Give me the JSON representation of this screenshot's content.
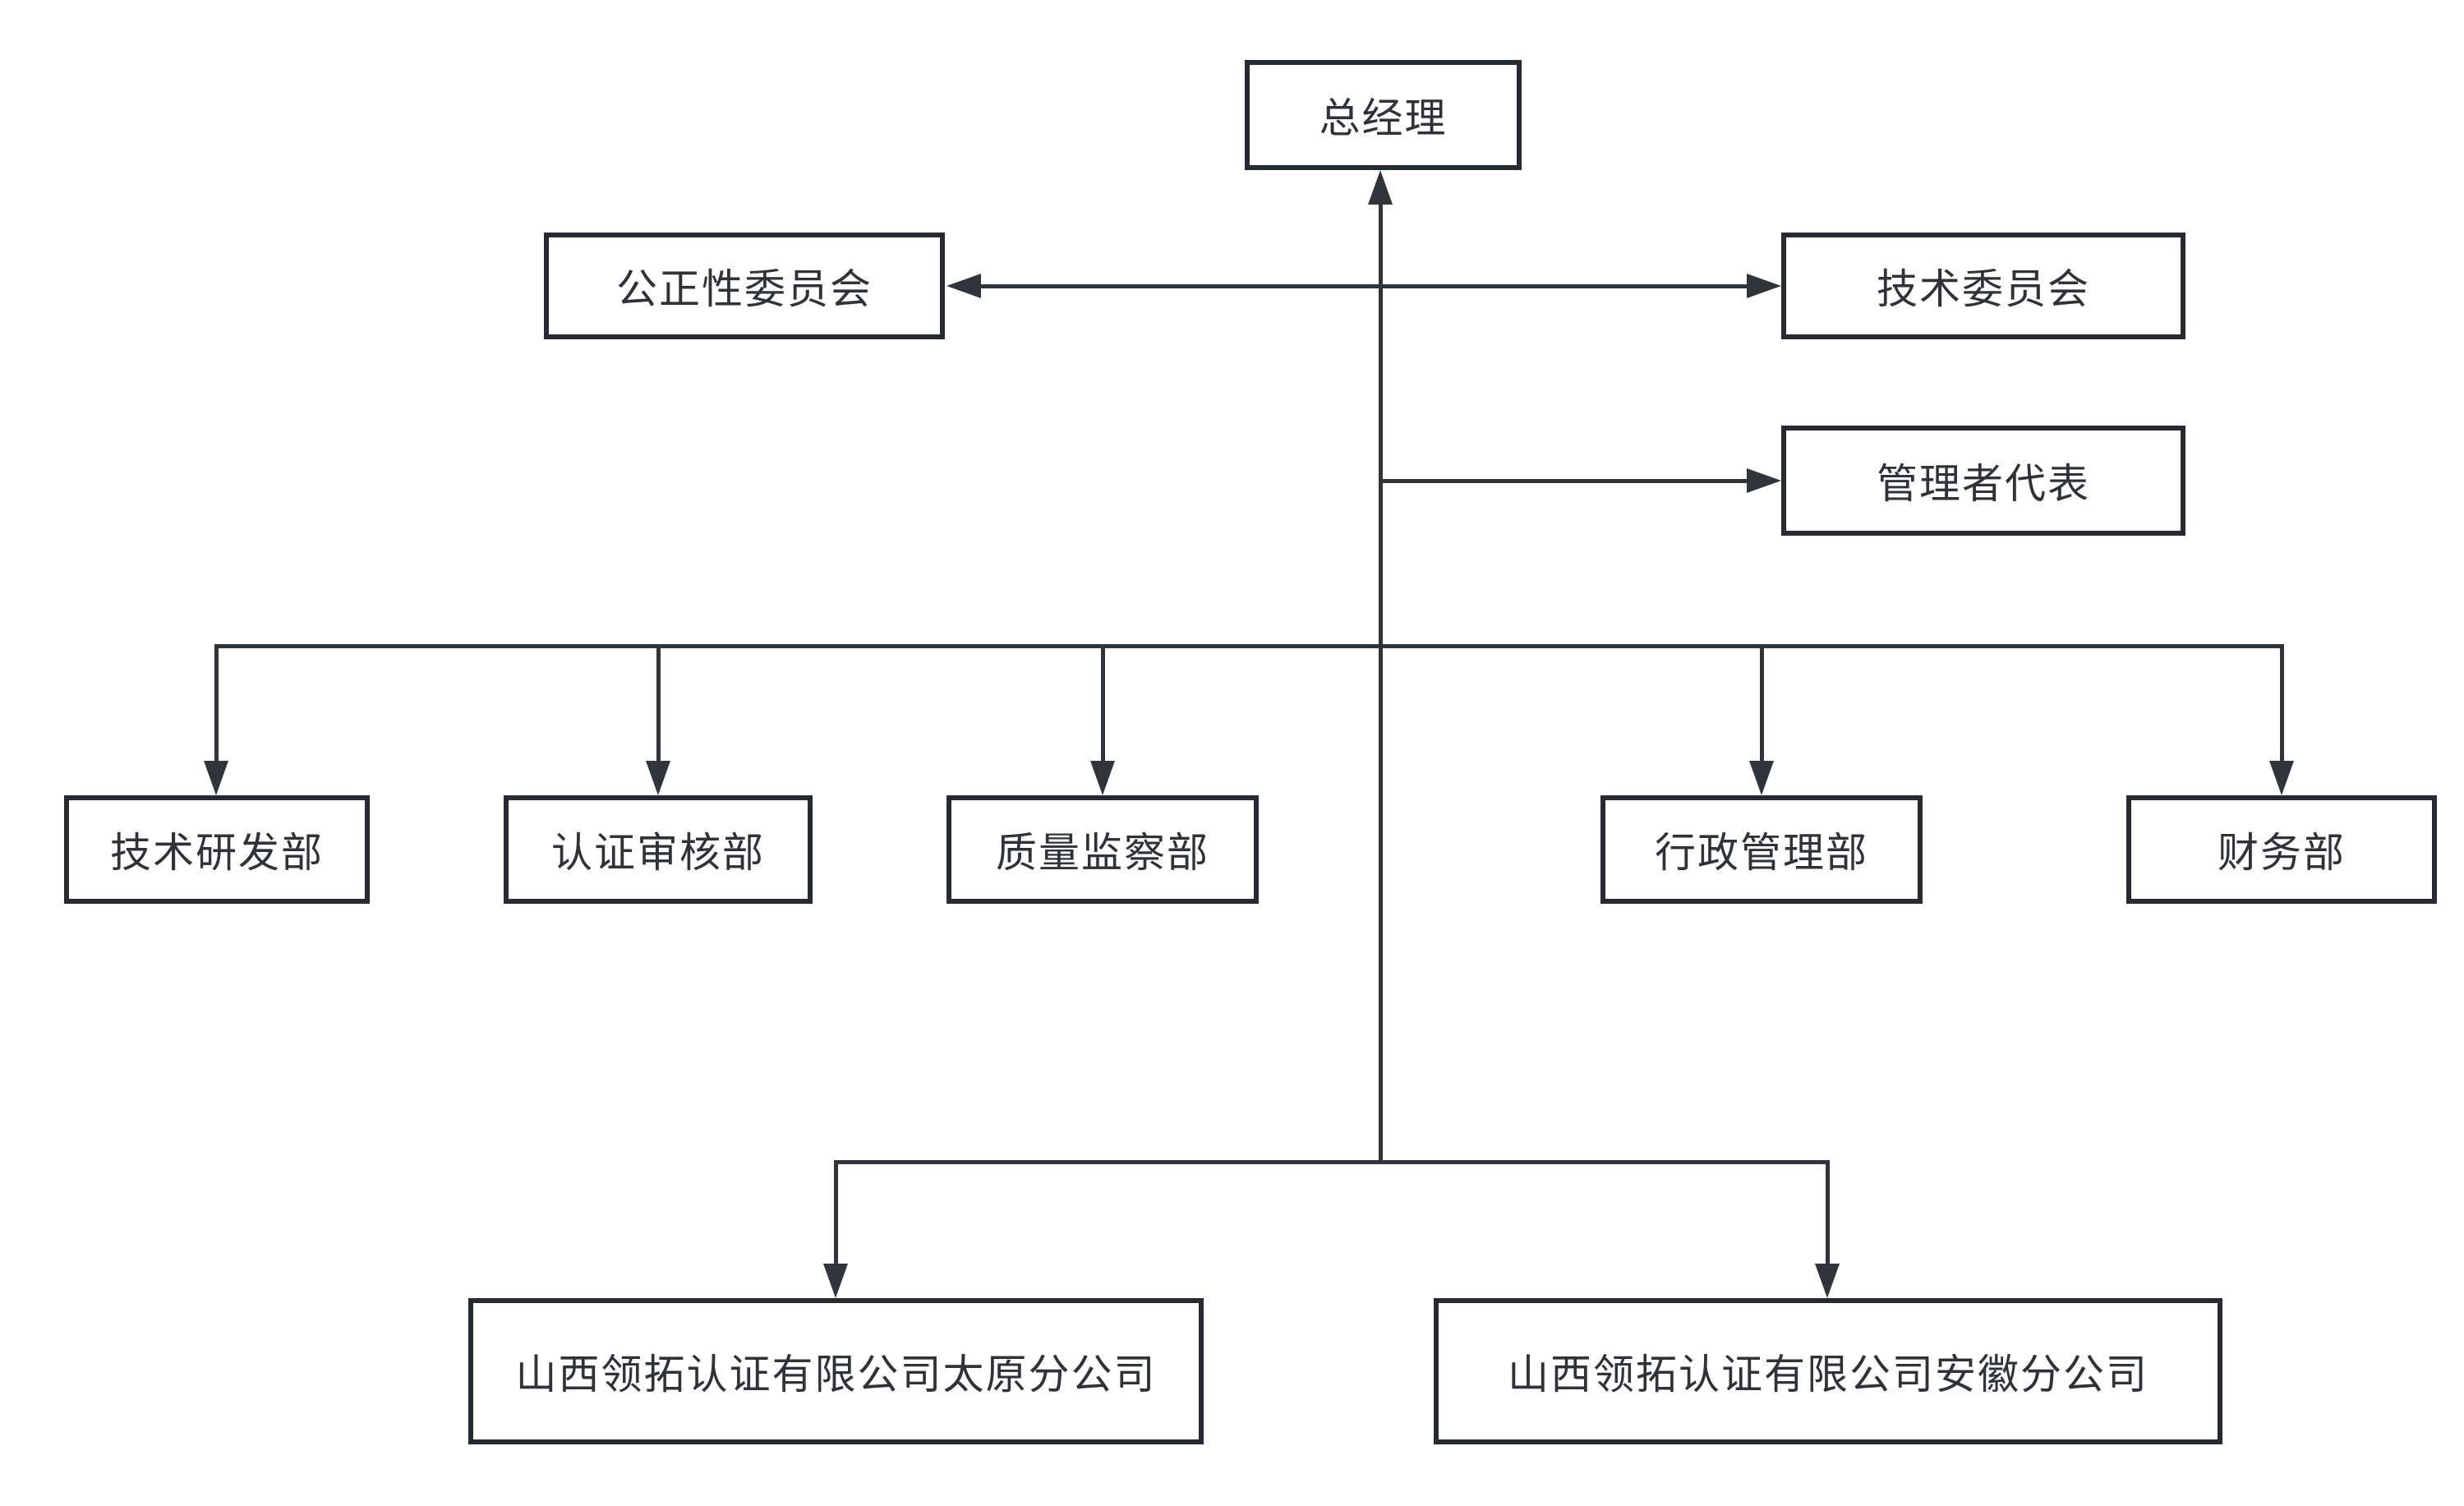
{
  "chart": {
    "nodes": {
      "general_manager": "总经理",
      "impartiality_committee": "公正性委员会",
      "technical_committee": "技术委员会",
      "management_representative": "管理者代表",
      "departments": [
        "技术研发部",
        "认证审核部",
        "质量监察部",
        "行政管理部",
        "财务部"
      ],
      "branches": [
        "山西领拓认证有限公司太原分公司",
        "山西领拓认证有限公司安徽分公司"
      ]
    },
    "colors": {
      "line": "#30353c",
      "box_border": "#262b33",
      "text": "#2f3338",
      "background": "#ffffff"
    }
  }
}
